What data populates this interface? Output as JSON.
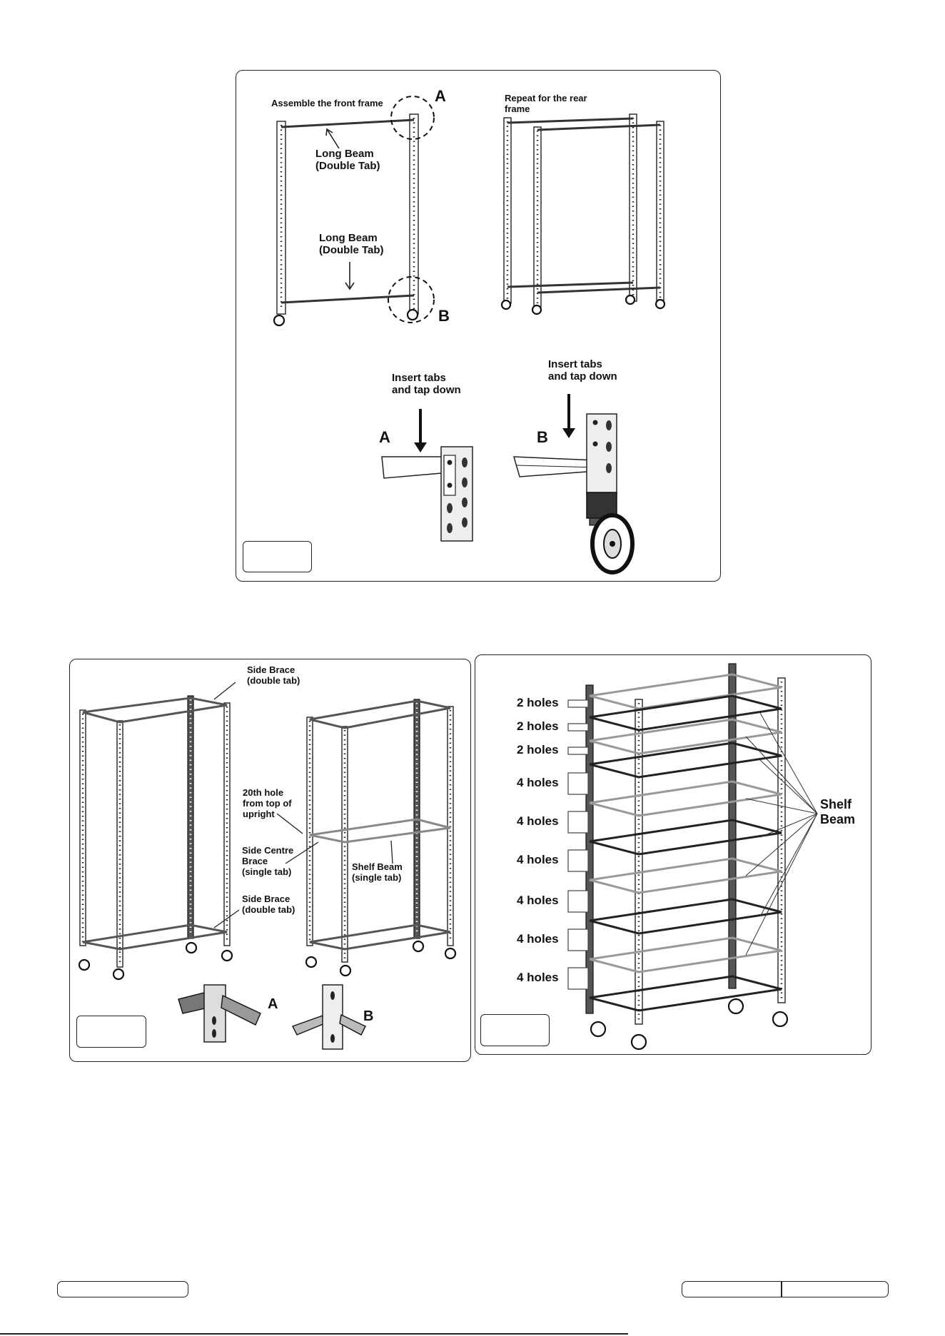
{
  "fig1": {
    "assemble_front": "Assemble the front frame",
    "repeat_rear": "Repeat for the rear\nframe",
    "long_beam_top": "Long Beam\n(Double Tab)",
    "long_beam_bottom": "Long Beam\n(Double Tab)",
    "marker_a": "A",
    "marker_b": "B",
    "insert_a": "Insert tabs\nand tap down",
    "insert_b": "Insert tabs\nand tap down",
    "detail_a": "A",
    "detail_b": "B"
  },
  "fig2": {
    "side_brace_top": "Side Brace\n(double tab)",
    "hole_20": "20th hole\nfrom top of\nupright",
    "side_centre_brace": "Side Centre\nBrace\n(single tab)",
    "shelf_beam": "Shelf Beam\n(single tab)",
    "side_brace_bottom": "Side Brace\n(double tab)",
    "detail_a": "A",
    "detail_b": "B"
  },
  "fig3": {
    "hole_labels": [
      "2 holes",
      "2 holes",
      "2 holes",
      "4 holes",
      "4 holes",
      "4 holes",
      "4 holes",
      "4 holes",
      "4 holes"
    ],
    "shelf_beam": "Shelf\nBeam"
  }
}
